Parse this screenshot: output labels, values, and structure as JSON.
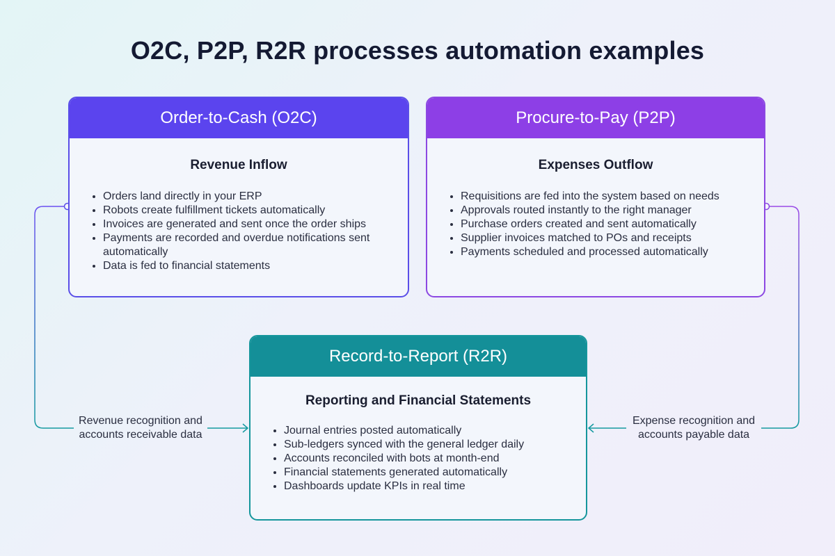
{
  "title": "O2C, P2P, R2R processes automation examples",
  "colors": {
    "o2c": "#5b44ee",
    "p2p": "#8d3fe6",
    "r2r": "#148f98"
  },
  "cards": {
    "o2c": {
      "header": "Order-to-Cash (O2C)",
      "subtitle": "Revenue Inflow",
      "items": [
        "Orders land directly in your ERP",
        "Robots create fulfillment tickets automatically",
        "Invoices are generated and sent once the order ships",
        "Payments are recorded and overdue notifications sent automatically",
        "Data is fed to financial statements"
      ]
    },
    "p2p": {
      "header": "Procure-to-Pay (P2P)",
      "subtitle": "Expenses Outflow",
      "items": [
        "Requisitions are fed into the system based on needs",
        "Approvals routed instantly to the right manager",
        "Purchase orders created and sent automatically",
        "Supplier invoices matched to POs and receipts",
        "Payments scheduled and processed automatically"
      ]
    },
    "r2r": {
      "header": "Record-to-Report (R2R)",
      "subtitle": "Reporting and Financial Statements",
      "items": [
        "Journal entries posted automatically",
        "Sub-ledgers synced with the general ledger daily",
        "Accounts reconciled with bots at month-end",
        "Financial statements generated automatically",
        "Dashboards update KPIs in real time"
      ]
    }
  },
  "labels": {
    "left": "Revenue recognition and accounts receivable data",
    "right": "Expense recognition and accounts payable data"
  }
}
